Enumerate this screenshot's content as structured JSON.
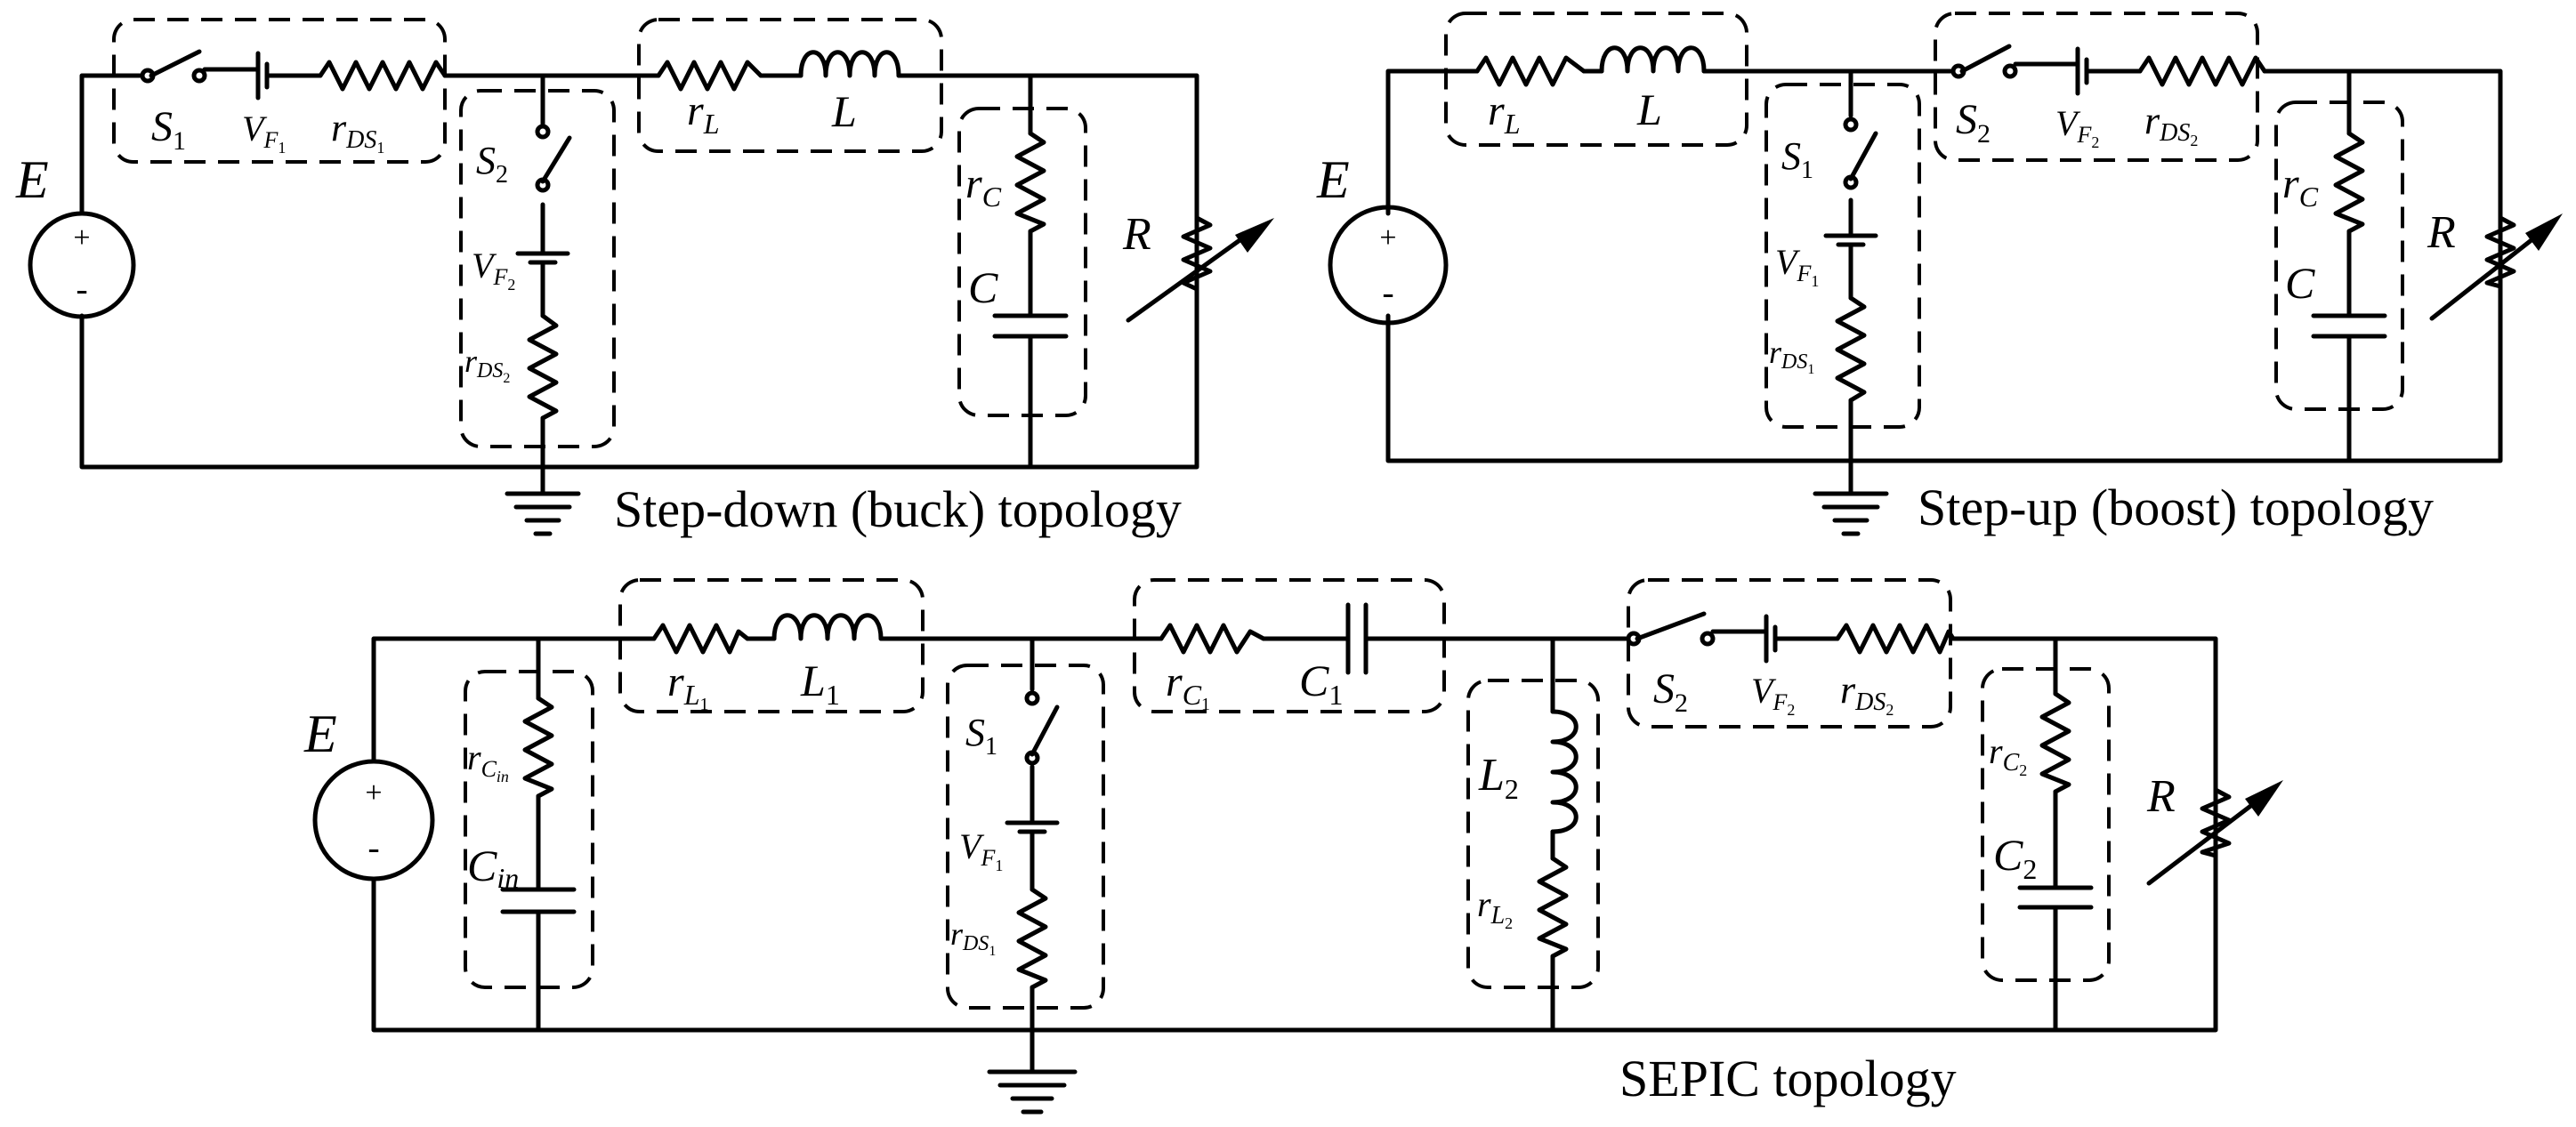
{
  "captions": {
    "buck": "Step-down (buck) topology",
    "boost": "Step-up (boost) topology",
    "sepic": "SEPIC topology"
  },
  "symbols": {
    "source": "E",
    "plus": "+",
    "minus": "-",
    "load": "R",
    "inductor": "L",
    "capacitor": "C",
    "cin": "C",
    "cin_sub": "in",
    "l1_base": "L",
    "l1_sub": "1",
    "l2_base": "L",
    "l2_sub": "2",
    "c1_base": "C",
    "c1_sub": "1",
    "c2_base": "C",
    "c2_sub": "2",
    "switch_base": "S",
    "sw1_sub": "1",
    "sw2_sub": "2",
    "vf_base": "V",
    "vf_main_sub": "F",
    "vf1_idx": "1",
    "vf2_idx": "2",
    "r_base": "r",
    "rL_sub": "L",
    "rC_sub": "C",
    "rDS_sub": "DS",
    "rDS1_idx": "1",
    "rDS2_idx": "2",
    "rL1_sub": "L",
    "rL1_idx": "1",
    "rL2_sub": "L",
    "rL2_idx": "2",
    "rC1_sub": "C",
    "rC1_idx": "1",
    "rC2_sub": "C",
    "rC2_idx": "2",
    "rCin_sub": "C",
    "rCin_idx": "in"
  }
}
